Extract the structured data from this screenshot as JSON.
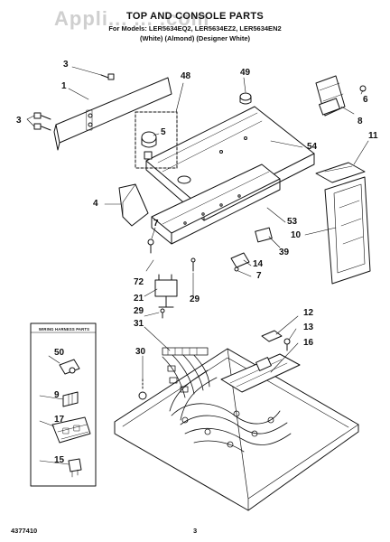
{
  "watermark": "Appli... ... .com",
  "header": {
    "title": "TOP AND CONSOLE PARTS",
    "line1": "For Models: LER5634EQ2, LER5634EZ2, LER5634EN2",
    "line2": "(White)   (Almond)  (Designer White)"
  },
  "wiring_box": {
    "title": "WIRING HARNESS PARTS"
  },
  "callouts": [
    {
      "id": "c3a",
      "label": "3"
    },
    {
      "id": "c1",
      "label": "1"
    },
    {
      "id": "c3b",
      "label": "3"
    },
    {
      "id": "c48",
      "label": "48"
    },
    {
      "id": "c5",
      "label": "5"
    },
    {
      "id": "c49",
      "label": "49"
    },
    {
      "id": "c6",
      "label": "6"
    },
    {
      "id": "c8",
      "label": "8"
    },
    {
      "id": "c11",
      "label": "11"
    },
    {
      "id": "c54",
      "label": "54"
    },
    {
      "id": "c4",
      "label": "4"
    },
    {
      "id": "c7a",
      "label": "7"
    },
    {
      "id": "c53",
      "label": "53"
    },
    {
      "id": "c10",
      "label": "10"
    },
    {
      "id": "c39",
      "label": "39"
    },
    {
      "id": "c14",
      "label": "14"
    },
    {
      "id": "c7b",
      "label": "7"
    },
    {
      "id": "c72",
      "label": "72"
    },
    {
      "id": "c21",
      "label": "21"
    },
    {
      "id": "c29a",
      "label": "29"
    },
    {
      "id": "c29b",
      "label": "29"
    },
    {
      "id": "c31",
      "label": "31"
    },
    {
      "id": "c12",
      "label": "12"
    },
    {
      "id": "c13",
      "label": "13"
    },
    {
      "id": "c16",
      "label": "16"
    },
    {
      "id": "c30",
      "label": "30"
    },
    {
      "id": "c50",
      "label": "50"
    },
    {
      "id": "c9",
      "label": "9"
    },
    {
      "id": "c17",
      "label": "17"
    },
    {
      "id": "c15",
      "label": "15"
    }
  ],
  "footer": {
    "code": "4377410",
    "page": "3"
  }
}
